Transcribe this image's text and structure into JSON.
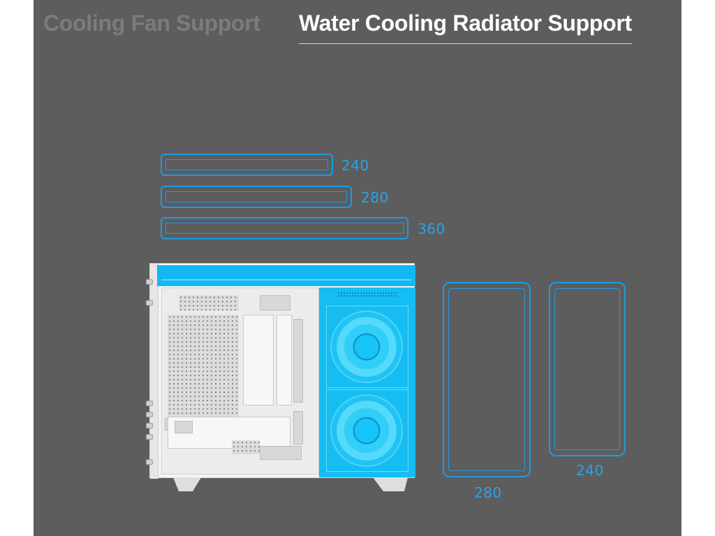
{
  "tabs": {
    "cooling_fan": "Cooling Fan Support",
    "water_cooling": "Water Cooling Radiator Support"
  },
  "radiators": {
    "top": [
      {
        "label": "240"
      },
      {
        "label": "280"
      },
      {
        "label": "360"
      }
    ],
    "side": [
      {
        "label": "280"
      },
      {
        "label": "240"
      }
    ]
  },
  "colors": {
    "accent": "#1d9be6",
    "panel_bg": "#5d5d5d",
    "active_tab": "#ffffff",
    "inactive_tab": "#7c7c7c"
  }
}
